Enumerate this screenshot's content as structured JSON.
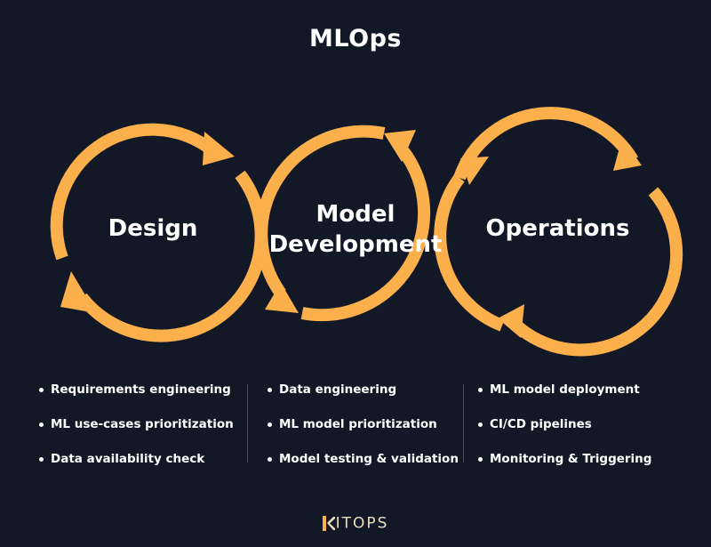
{
  "title": "MLOps",
  "stages": [
    {
      "label": "Design",
      "items": [
        "Requirements engineering",
        "ML use-cases prioritization",
        "Data availability check"
      ]
    },
    {
      "label": "Model\nDevelopment",
      "items": [
        "Data engineering",
        "ML model prioritization",
        "Model testing & validation"
      ]
    },
    {
      "label": "Operations",
      "items": [
        "ML model deployment",
        "CI/CD pipelines",
        "Monitoring & Triggering"
      ]
    }
  ],
  "logo": {
    "text": "ITOPS"
  },
  "colors": {
    "background": "#131827",
    "accent": "#fbb04c",
    "text": "#ffffff"
  }
}
